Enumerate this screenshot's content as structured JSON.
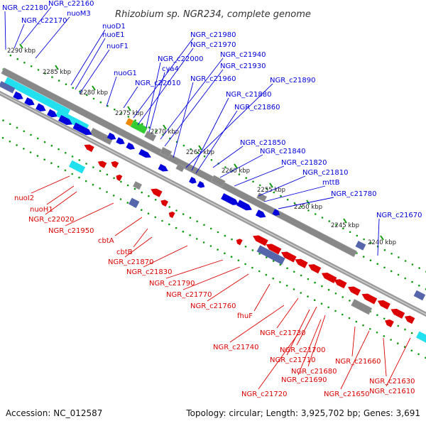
{
  "header": {
    "title": "Rhizobium sp. NGR234, complete genome"
  },
  "footer": {
    "accession": "Accession: NC_012587",
    "topology": "Topology: circular; Length: 3,925,702 bp; Genes: 3,691"
  },
  "colors": {
    "forward": "#0000dd",
    "reverse": "#dd0000",
    "cyan": "#22e0ee",
    "gray": "#888888",
    "slate": "#5566aa",
    "green": "#33cc33",
    "orange": "#ee8800",
    "tick": "#119911",
    "backbone": "#909090"
  },
  "ticks": [
    "2290 kbp",
    "2285 kbp",
    "2280 kbp",
    "2275 kbp",
    "2270 kbp",
    "2265 kbp",
    "2260 kbp",
    "2255 kbp",
    "2250 kbp",
    "2245 kbp",
    "2240 kbp"
  ],
  "top_labels": [
    "NGR_c22180",
    "NGR_c22160",
    "NGR_c22170",
    "nuoM3",
    "nuoD1",
    "nuoE1",
    "nuoF1",
    "nuoG1",
    "NGR_c21980",
    "NGR_c21970",
    "NGR_c22000",
    "cya4",
    "NGR_c21940",
    "NGR_c21930",
    "NGR_c22010",
    "NGR_c21960",
    "NGR_c21890",
    "NGR_c21880",
    "NGR_c21860",
    "NGR_c21850",
    "NGR_c21840",
    "NGR_c21820",
    "NGR_c21810",
    "mttB",
    "NGR_c21780",
    "NGR_c21670"
  ],
  "bottom_labels": [
    "nuoI2",
    "nuoH1",
    "NGR_c22020",
    "NGR_c21950",
    "cbtA",
    "cbtB",
    "NGR_c21870",
    "NGR_c21830",
    "NGR_c21790",
    "NGR_c21770",
    "NGR_c21760",
    "fhuF",
    "NGR_c21730",
    "NGR_c21740",
    "NGR_c21700",
    "NGR_c21710",
    "NGR_c21680",
    "NGR_c21690",
    "NGR_c21660",
    "NGR_c21720",
    "NGR_c21630",
    "NGR_c21650",
    "NGR_c21610"
  ]
}
